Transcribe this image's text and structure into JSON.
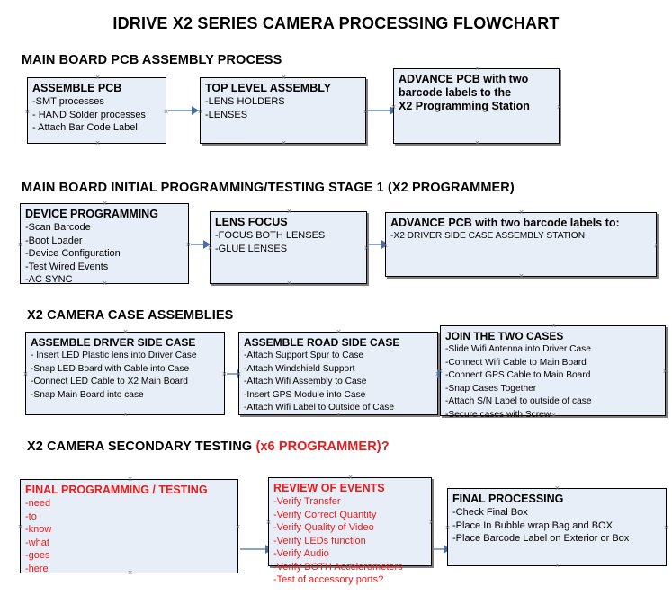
{
  "document": {
    "title": "IDRIVE X2  SERIES CAMERA PROCESSING FLOWCHART"
  },
  "colors": {
    "box_fill": "#e8eef8",
    "box_border": "#000000",
    "connector": "#8ba4c0",
    "arrow": "#4a6fa5",
    "red_text": "#e81c1c",
    "text": "#000000"
  },
  "sections": [
    {
      "id": "main-board-pcb-assembly-process",
      "heading": "MAIN BOARD PCB ASSEMBLY PROCESS",
      "heading_note": "",
      "boxes": [
        {
          "id": "assemble-pcb",
          "title": "ASSEMBLE PCB",
          "lines": [
            "-SMT processes",
            "- HAND Solder processes",
            "- Attach Bar Code Label"
          ]
        },
        {
          "id": "top-level-assembly",
          "title": "TOP LEVEL ASSEMBLY",
          "lines": [
            "-LENS HOLDERS",
            "-LENSES"
          ]
        },
        {
          "id": "advance-pcb-programming-station",
          "title": "ADVANCE PCB with two",
          "lines": [
            "barcode labels to the",
            " X2 Programming Station"
          ]
        }
      ]
    },
    {
      "id": "main-board-initial-programming",
      "heading": "MAIN BOARD INITIAL PROGRAMMING/TESTING STAGE 1 (X2 PROGRAMMER)",
      "heading_note": "",
      "boxes": [
        {
          "id": "device-programming",
          "title": "DEVICE PROGRAMMING",
          "lines": [
            "-Scan Barcode",
            "-Boot Loader",
            "-Device Configuration",
            "-Test Wired Events",
            "-AC SYNC"
          ]
        },
        {
          "id": "lens-focus",
          "title": "LENS FOCUS",
          "lines": [
            "-FOCUS BOTH LENSES",
            "-GLUE LENSES"
          ]
        },
        {
          "id": "advance-pcb-driver-side-case",
          "title": "ADVANCE PCB with two barcode labels to:",
          "lines": [
            "-X2 DRIVER  SIDE  CASE  ASSEMBLY STATION"
          ]
        }
      ]
    },
    {
      "id": "x2-camera-case-assemblies",
      "heading": "X2 CAMERA CASE ASSEMBLIES",
      "heading_note": "",
      "boxes": [
        {
          "id": "assemble-driver-side-case",
          "title": "ASSEMBLE DRIVER SIDE CASE",
          "lines": [
            "- Insert LED Plastic lens into Driver Case",
            "-Snap LED Board with Cable into Case",
            "-Connect LED Cable to X2 Main Board",
            "-Snap Main Board into case"
          ]
        },
        {
          "id": "assemble-road-side-case",
          "title": "ASSEMBLE ROAD SIDE CASE",
          "lines": [
            "-Attach Support Spur to Case",
            "-Attach Windshield Support",
            "-Attach Wifi Assembly to Case",
            "-Insert GPS Module into Case",
            "-Attach Wifi Label to Outside of Case"
          ]
        },
        {
          "id": "join-the-two-cases",
          "title": "JOIN THE TWO CASES",
          "lines": [
            "-Slide Wifi Antenna into Driver Case",
            "-Connect Wifi Cable to Main Board",
            "-Connect GPS Cable to Main Board",
            "-Snap Cases Together",
            "-Attach S/N Label to outside of case",
            "-Secure cases with Screw"
          ]
        }
      ]
    },
    {
      "id": "x2-camera-secondary-testing",
      "heading": "X2 CAMERA SECONDARY TESTING ",
      "heading_note": "(x6 PROGRAMMER)?",
      "boxes": [
        {
          "id": "final-programming-testing",
          "title": "FINAL PROGRAMMING / TESTING",
          "lines": [
            "-need",
            "-to",
            "-know",
            "-what",
            "-goes",
            "-here"
          ]
        },
        {
          "id": "review-of-events",
          "title": "REVIEW OF EVENTS",
          "lines": [
            "-Verify Transfer",
            "-Verify Correct Quantity",
            "-Verify Quality of Video",
            "-Verify LEDs function",
            "-Verify Audio",
            "-Verify BOTH Accelerometers",
            "-Test of accessory ports?"
          ]
        },
        {
          "id": "final-processing",
          "title": "FINAL PROCESSING",
          "lines": [
            " -Check Final Box",
            "-Place In Bubble wrap Bag and BOX",
            "-Place Barcode Label on Exterior or Box"
          ]
        }
      ]
    }
  ]
}
